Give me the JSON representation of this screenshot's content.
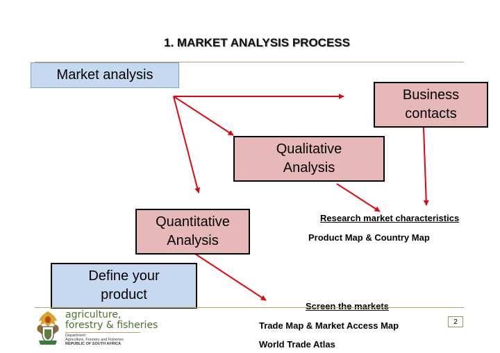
{
  "slide": {
    "title": "1. MARKET ANALYSIS PROCESS",
    "page_number": "2"
  },
  "boxes": {
    "market_analysis": "Market analysis",
    "business_contacts": [
      "Business",
      "contacts"
    ],
    "qualitative": [
      "Qualitative",
      "Analysis"
    ],
    "quantitative": [
      "Quantitative",
      "Analysis"
    ],
    "define_product": [
      "Define your",
      "product"
    ]
  },
  "research": {
    "heading": "Research market characteristics",
    "tool": "Product Map & Country Map"
  },
  "screen": {
    "heading": "Screen the markets",
    "tools": [
      "Trade Map & Market Access Map",
      "World Trade Atlas"
    ]
  },
  "logo": {
    "name_lines": [
      "agriculture,",
      "forestry & fisheries"
    ],
    "dept_lines": [
      "Department:",
      "Agriculture, Forestry and Fisheries"
    ],
    "country": "REPUBLIC OF SOUTH AFRICA"
  },
  "colors": {
    "box_pink": "#e6b9b8",
    "box_blue": "#c6d9f1",
    "arrow_red": "#e8000b",
    "rule": "#b8a46a"
  }
}
